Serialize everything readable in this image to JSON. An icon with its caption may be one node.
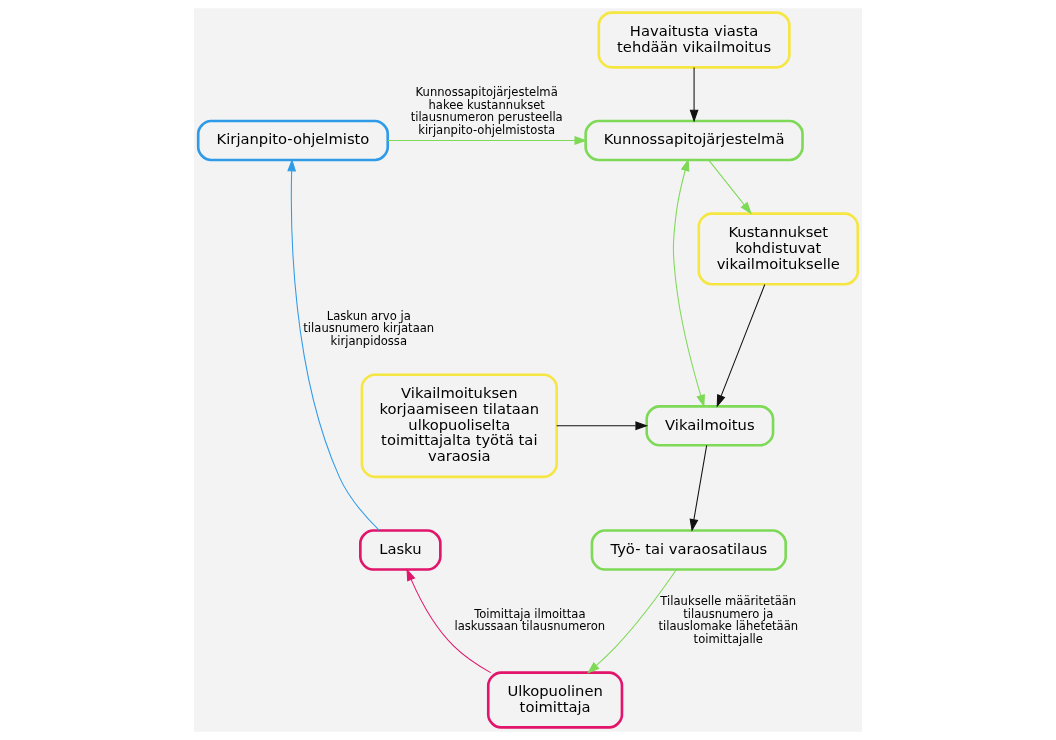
{
  "diagram": {
    "nodes": [
      {
        "text": [
          "Havaitusta viasta tehdään vikailmoitus"
        ]
      },
      {
        "text": [
          "Kunnossapitojärjestelmä"
        ]
      },
      {
        "text": [
          "Kustannukset kohdistuvat vikailmoitukselle"
        ]
      },
      {
        "text": [
          "Kirjanpito-ohjelmisto"
        ]
      },
      {
        "text": [
          "Vikailmoituksen korjaamiseen tilataan ulkopuoliselta toimittajalta työtä tai varaosia"
        ]
      },
      {
        "text": [
          "Vikailmoitus"
        ]
      },
      {
        "text": [
          "Työ- tai varaosatilaus"
        ]
      },
      {
        "text": [
          "Lasku"
        ]
      },
      {
        "text": [
          "Ulkopuolinen toimittaja"
        ]
      }
    ],
    "edges": [
      {
        "from": 0,
        "to": 1,
        "arrow": "to"
      },
      {
        "from": 1,
        "to": 5,
        "arrow": "both",
        "color": "#7ed957"
      },
      {
        "from": 3,
        "to": 1,
        "arrow": "to",
        "label": "Kunnossapitojärjestelmä hakee kustannukset tilausnumeron perusteella kirjanpito-ohjelmistosta",
        "color": "#7ed957"
      },
      {
        "from": 1,
        "to": 2,
        "arrow": "to",
        "color": "#7ed957"
      },
      {
        "from": 2,
        "to": 5,
        "arrow": "to"
      },
      {
        "from": 4,
        "to": 5,
        "arrow": "to"
      },
      {
        "from": 5,
        "to": 6,
        "arrow": "to"
      },
      {
        "from": 6,
        "to": 8,
        "arrow": "to",
        "label": "Tilaukselle määritetään tilausnumero ja tilauslomake lähetetään toimittajalle",
        "color": "#7ed957"
      },
      {
        "from": 8,
        "to": 7,
        "arrow": "to",
        "label": "Toimittaja ilmoittaa laskussaan tilausnumeron",
        "color": "#e0156b"
      },
      {
        "from": 7,
        "to": 3,
        "arrow": "to",
        "label": "Laskun arvo ja tilausnumero kirjataan kirjanpidossa",
        "color": "#2f9be8"
      }
    ]
  }
}
